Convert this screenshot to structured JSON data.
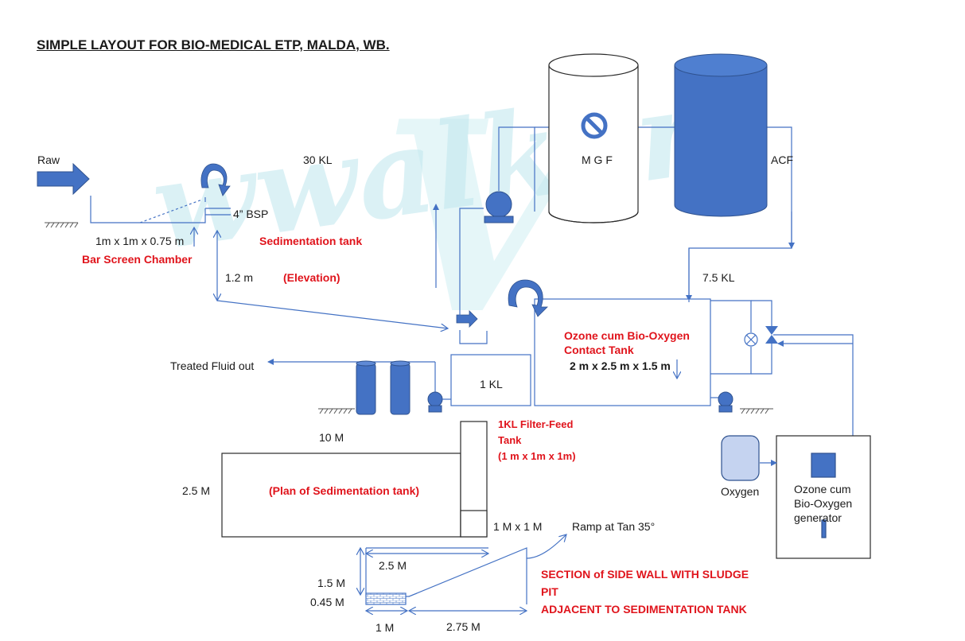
{
  "title": "SIMPLE LAYOUT FOR BIO-MEDICAL ETP, MALDA, WB.",
  "labels": {
    "raw": "Raw",
    "capacity_30kl": "30 KL",
    "bsp": "4” BSP",
    "bar_screen_dims": "1m x 1m x 0.75 m",
    "bar_screen_chamber": "Bar Screen Chamber",
    "sedimentation_tank": "Sedimentation tank",
    "elevation_height": "1.2 m",
    "elevation": "(Elevation)",
    "mgf": "M G F",
    "acf": "ACF",
    "capacity_7_5kl": "7.5 KL",
    "ozone_tank_line1": "Ozone cum Bio-Oxygen",
    "ozone_tank_line2": "Contact Tank",
    "ozone_tank_dims": "2 m x 2.5 m x 1.5 m",
    "treated_fluid_out": "Treated Fluid out",
    "capacity_1kl": "1 KL",
    "filter_feed_line1": "1KL Filter-Feed",
    "filter_feed_line2": "Tank",
    "filter_feed_dims": "(1 m x 1m x 1m)",
    "plan_length": "10 M",
    "plan_width": "2.5 M",
    "plan_title": "(Plan of Sedimentation tank)",
    "pit_size": "1 M x 1 M",
    "ramp": "Ramp at Tan 35°",
    "oxygen": "Oxygen",
    "generator_line1": "Ozone cum",
    "generator_line2": "Bio-Oxygen",
    "generator_line3": "generator",
    "section_top_width": "2.5 M",
    "section_height": "1.5 M",
    "section_pit_depth": "0.45 M",
    "section_pit_width": "1 M",
    "section_ramp_length": "2.75 M",
    "section_title_line1": "SECTION of SIDE WALL WITH SLUDGE",
    "section_title_line2": "PIT",
    "section_title_line3": "ADJACENT TO SEDIMENTATION TANK"
  },
  "colors": {
    "line": "#4472c4",
    "fill": "#4472c4",
    "red_text": "#e0141c",
    "watermark": "#bfe7ee"
  },
  "icons": [
    "raw-inflow-arrow-icon",
    "rotation-arrow-icon",
    "pump-icon",
    "valve-icon",
    "no-entry-icon",
    "filter-cartridge-icon",
    "oxygen-cylinder-icon"
  ]
}
